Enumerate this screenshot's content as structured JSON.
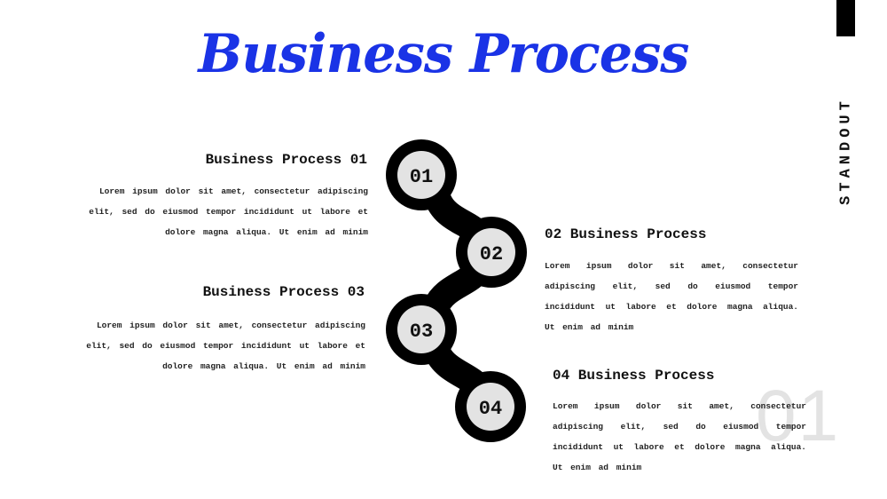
{
  "title": "Business Process",
  "brand": "STANDOUT",
  "page_number": "01",
  "steps": [
    {
      "number": "01",
      "heading": "Business Process 01",
      "description": "Lorem ipsum dolor sit amet, consectetur adipiscing elit, sed do eiusmod tempor incididunt ut labore et dolore magna aliqua. Ut enim ad minim"
    },
    {
      "number": "02",
      "heading": "02 Business Process",
      "description": "Lorem ipsum dolor sit amet, consectetur adipiscing elit, sed do eiusmod tempor incididunt ut labore et dolore magna aliqua. Ut enim ad minim"
    },
    {
      "number": "03",
      "heading": "Business Process 03",
      "description": "Lorem ipsum dolor sit amet, consectetur adipiscing elit, sed do eiusmod tempor incididunt ut labore et dolore magna aliqua. Ut enim ad minim"
    },
    {
      "number": "04",
      "heading": "04 Business Process",
      "description": "Lorem ipsum dolor sit amet, consectetur adipiscing elit, sed do eiusmod tempor incididunt ut labore et dolore magna aliqua. Ut enim ad minim"
    }
  ],
  "colors": {
    "title": "#1a33e6",
    "ring": "#000000",
    "node_fill": "#e3e3e3",
    "page_number": "#e3e3e3"
  }
}
